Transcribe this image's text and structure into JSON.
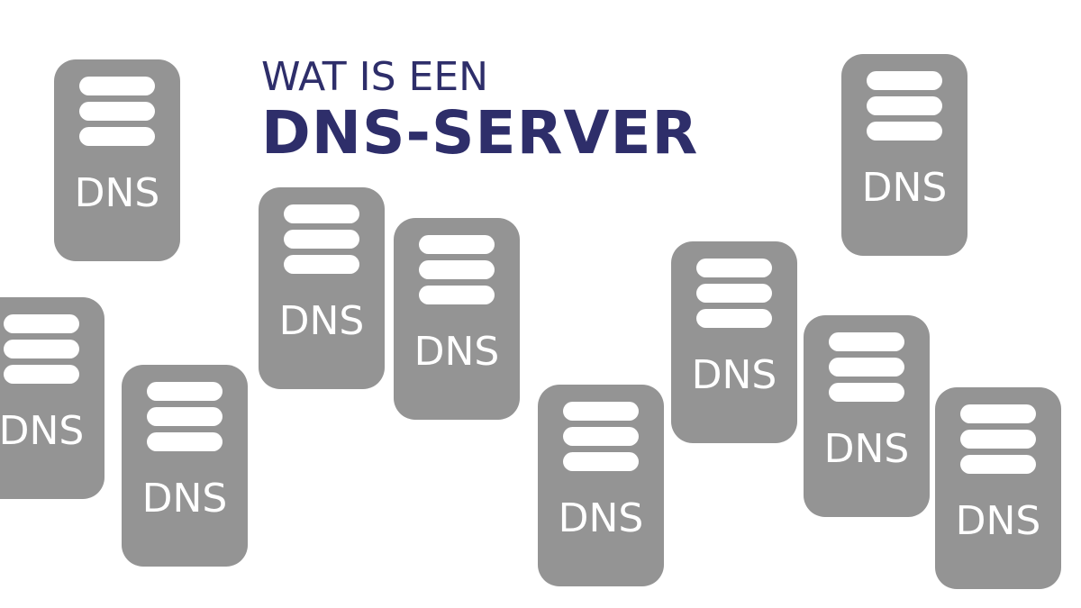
{
  "title": {
    "line1": "WAT IS EEN",
    "line2": "DNS-SERVER"
  },
  "colors": {
    "title": "#2e2e6a",
    "server": "#949494",
    "background": "#ffffff"
  },
  "servers": [
    {
      "label": "DNS"
    },
    {
      "label": "DNS"
    },
    {
      "label": "DNS"
    },
    {
      "label": "DNS"
    },
    {
      "label": "DNS"
    },
    {
      "label": "DNS"
    },
    {
      "label": "DNS"
    },
    {
      "label": "DNS"
    },
    {
      "label": "DNS"
    },
    {
      "label": "DNS"
    }
  ]
}
